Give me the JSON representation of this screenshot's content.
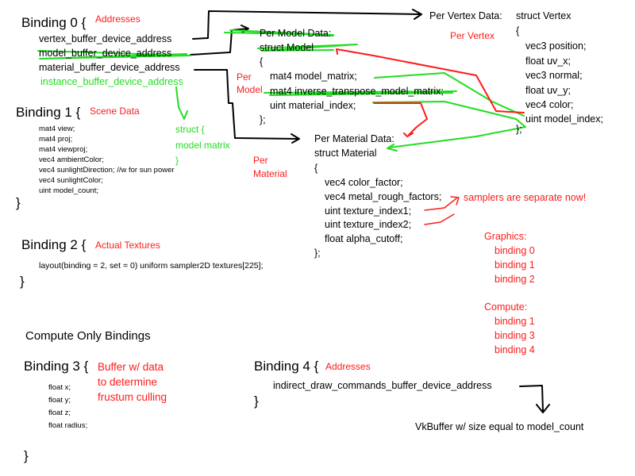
{
  "colors": {
    "annotation_red": "#ff1a1a",
    "annotation_green": "#22dd22",
    "text": "#000000"
  },
  "binding0": {
    "title": "Binding 0 {",
    "note": "Addresses",
    "items": [
      "vertex_buffer_device_address",
      "model_buffer_device_address",
      "material_buffer_device_address",
      "instance_buffer_device_address"
    ]
  },
  "binding1": {
    "title": "Binding 1 {",
    "note": "Scene Data",
    "items": [
      "mat4 view;",
      "mat4 proj;",
      "mat4 viewproj;",
      "vec4 ambientColor;",
      "vec4 sunlightDirection; //w for sun power",
      "vec4 sunlightColor;",
      "uint model_count;"
    ],
    "close": "}"
  },
  "binding2": {
    "title": "Binding 2 {",
    "note": "Actual Textures",
    "line": "layout(binding = 2, set = 0) uniform sampler2D textures[225];",
    "close": "}"
  },
  "compute_header": "Compute Only Bindings",
  "binding3": {
    "title": "Binding 3 {",
    "note": [
      "Buffer w/ data",
      "to determine",
      "frustum culling"
    ],
    "items": [
      "float x;",
      "float y;",
      "float z;",
      "float radius;"
    ],
    "close": "}"
  },
  "binding4": {
    "title": "Binding 4 {",
    "note": "Addresses",
    "line": "indirect_draw_commands_buffer_device_address",
    "close": "}",
    "result": "VkBuffer w/ size equal to model_count"
  },
  "green_note": [
    "struct {",
    "model matrix",
    "}"
  ],
  "vertex": {
    "label": "Per Vertex Data:",
    "note": "Per Vertex",
    "struct": "struct Vertex",
    "open": "{",
    "items": [
      "vec3 position;",
      "float uv_x;",
      "vec3 normal;",
      "float uv_y;",
      "vec4 color;",
      "uint model_index;"
    ],
    "close": "};"
  },
  "model": {
    "label": "Per Model Data:",
    "struct": "struct Model",
    "open": "{",
    "items": [
      "mat4 model_matrix;",
      "mat4 inverse_transpose_model_matrix;",
      "uint material_index;"
    ],
    "close": "};",
    "note": [
      "Per",
      "Model"
    ]
  },
  "material": {
    "label": "Per Material Data:",
    "struct": "struct Material",
    "open": "{",
    "items": [
      "vec4 color_factor;",
      "vec4 metal_rough_factors;",
      "uint texture_index1;",
      "uint texture_index2;",
      "float alpha_cutoff;"
    ],
    "close": "};",
    "note": [
      "Per",
      "Material"
    ],
    "sampler_note": "samplers are separate now!"
  },
  "graphics": {
    "title": "Graphics:",
    "items": [
      "binding 0",
      "binding 1",
      "binding 2"
    ]
  },
  "compute": {
    "title": "Compute:",
    "items": [
      "binding 1",
      "binding 3",
      "binding 4"
    ]
  }
}
